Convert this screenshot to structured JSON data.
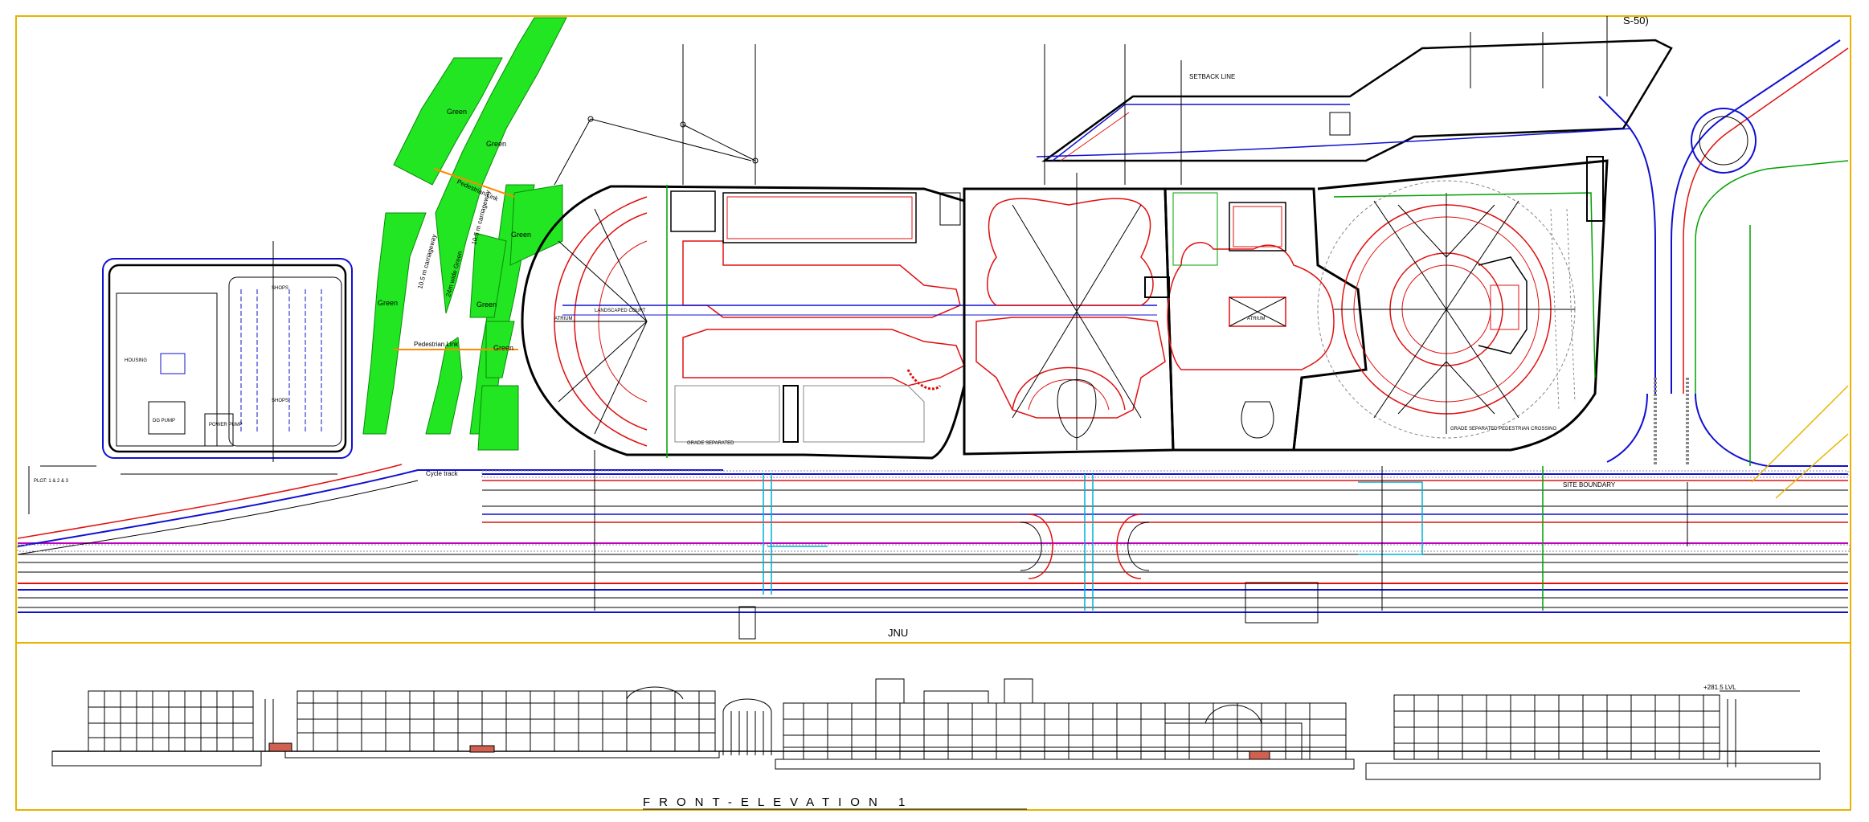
{
  "plan": {
    "road_label": "JNU",
    "sheet_ref": "S-50)",
    "green_label": "Green",
    "pedestrian_link_1": "Pedestrian Link",
    "pedestrian_link_2": "Pedestrian Link",
    "cycle_track": "Cycle track",
    "carriageway_1": "10.5 m carriageway",
    "carriageway_2": "10.5 m carriageway",
    "central_green": "24m wide Green",
    "setback_line": "SETBACK LINE",
    "site_boundary": "SITE BOUNDARY",
    "grade_separated": "GRADE SEPARATED PEDESTRIAN CROSSING",
    "grade_separated_short": "GRADE SEPARATED",
    "atrium_1": "ATRIUM",
    "atrium_2": "ATRIUM",
    "landscaped_court": "LANDSCAPED COURT",
    "housing": "HOUSING",
    "dg_pump": "DG PUMP",
    "power_pump": "POWER PUMP",
    "shops_1": "SHOPS",
    "shops_2": "SHOPS",
    "plot_note": "PLOT: 1 & 2 & 3"
  },
  "elevation": {
    "title": "FRONT-ELEVATION 1",
    "level_label": "+281.5 LVL"
  },
  "colors": {
    "frame": "#e8b400",
    "green_fill": "#22e622",
    "red_line": "#e01010",
    "blue_line": "#1010d0",
    "magenta_line": "#c000c0",
    "cyan_line": "#00b0d0",
    "dark_green_line": "#00a000",
    "orange_line": "#ff8800"
  }
}
